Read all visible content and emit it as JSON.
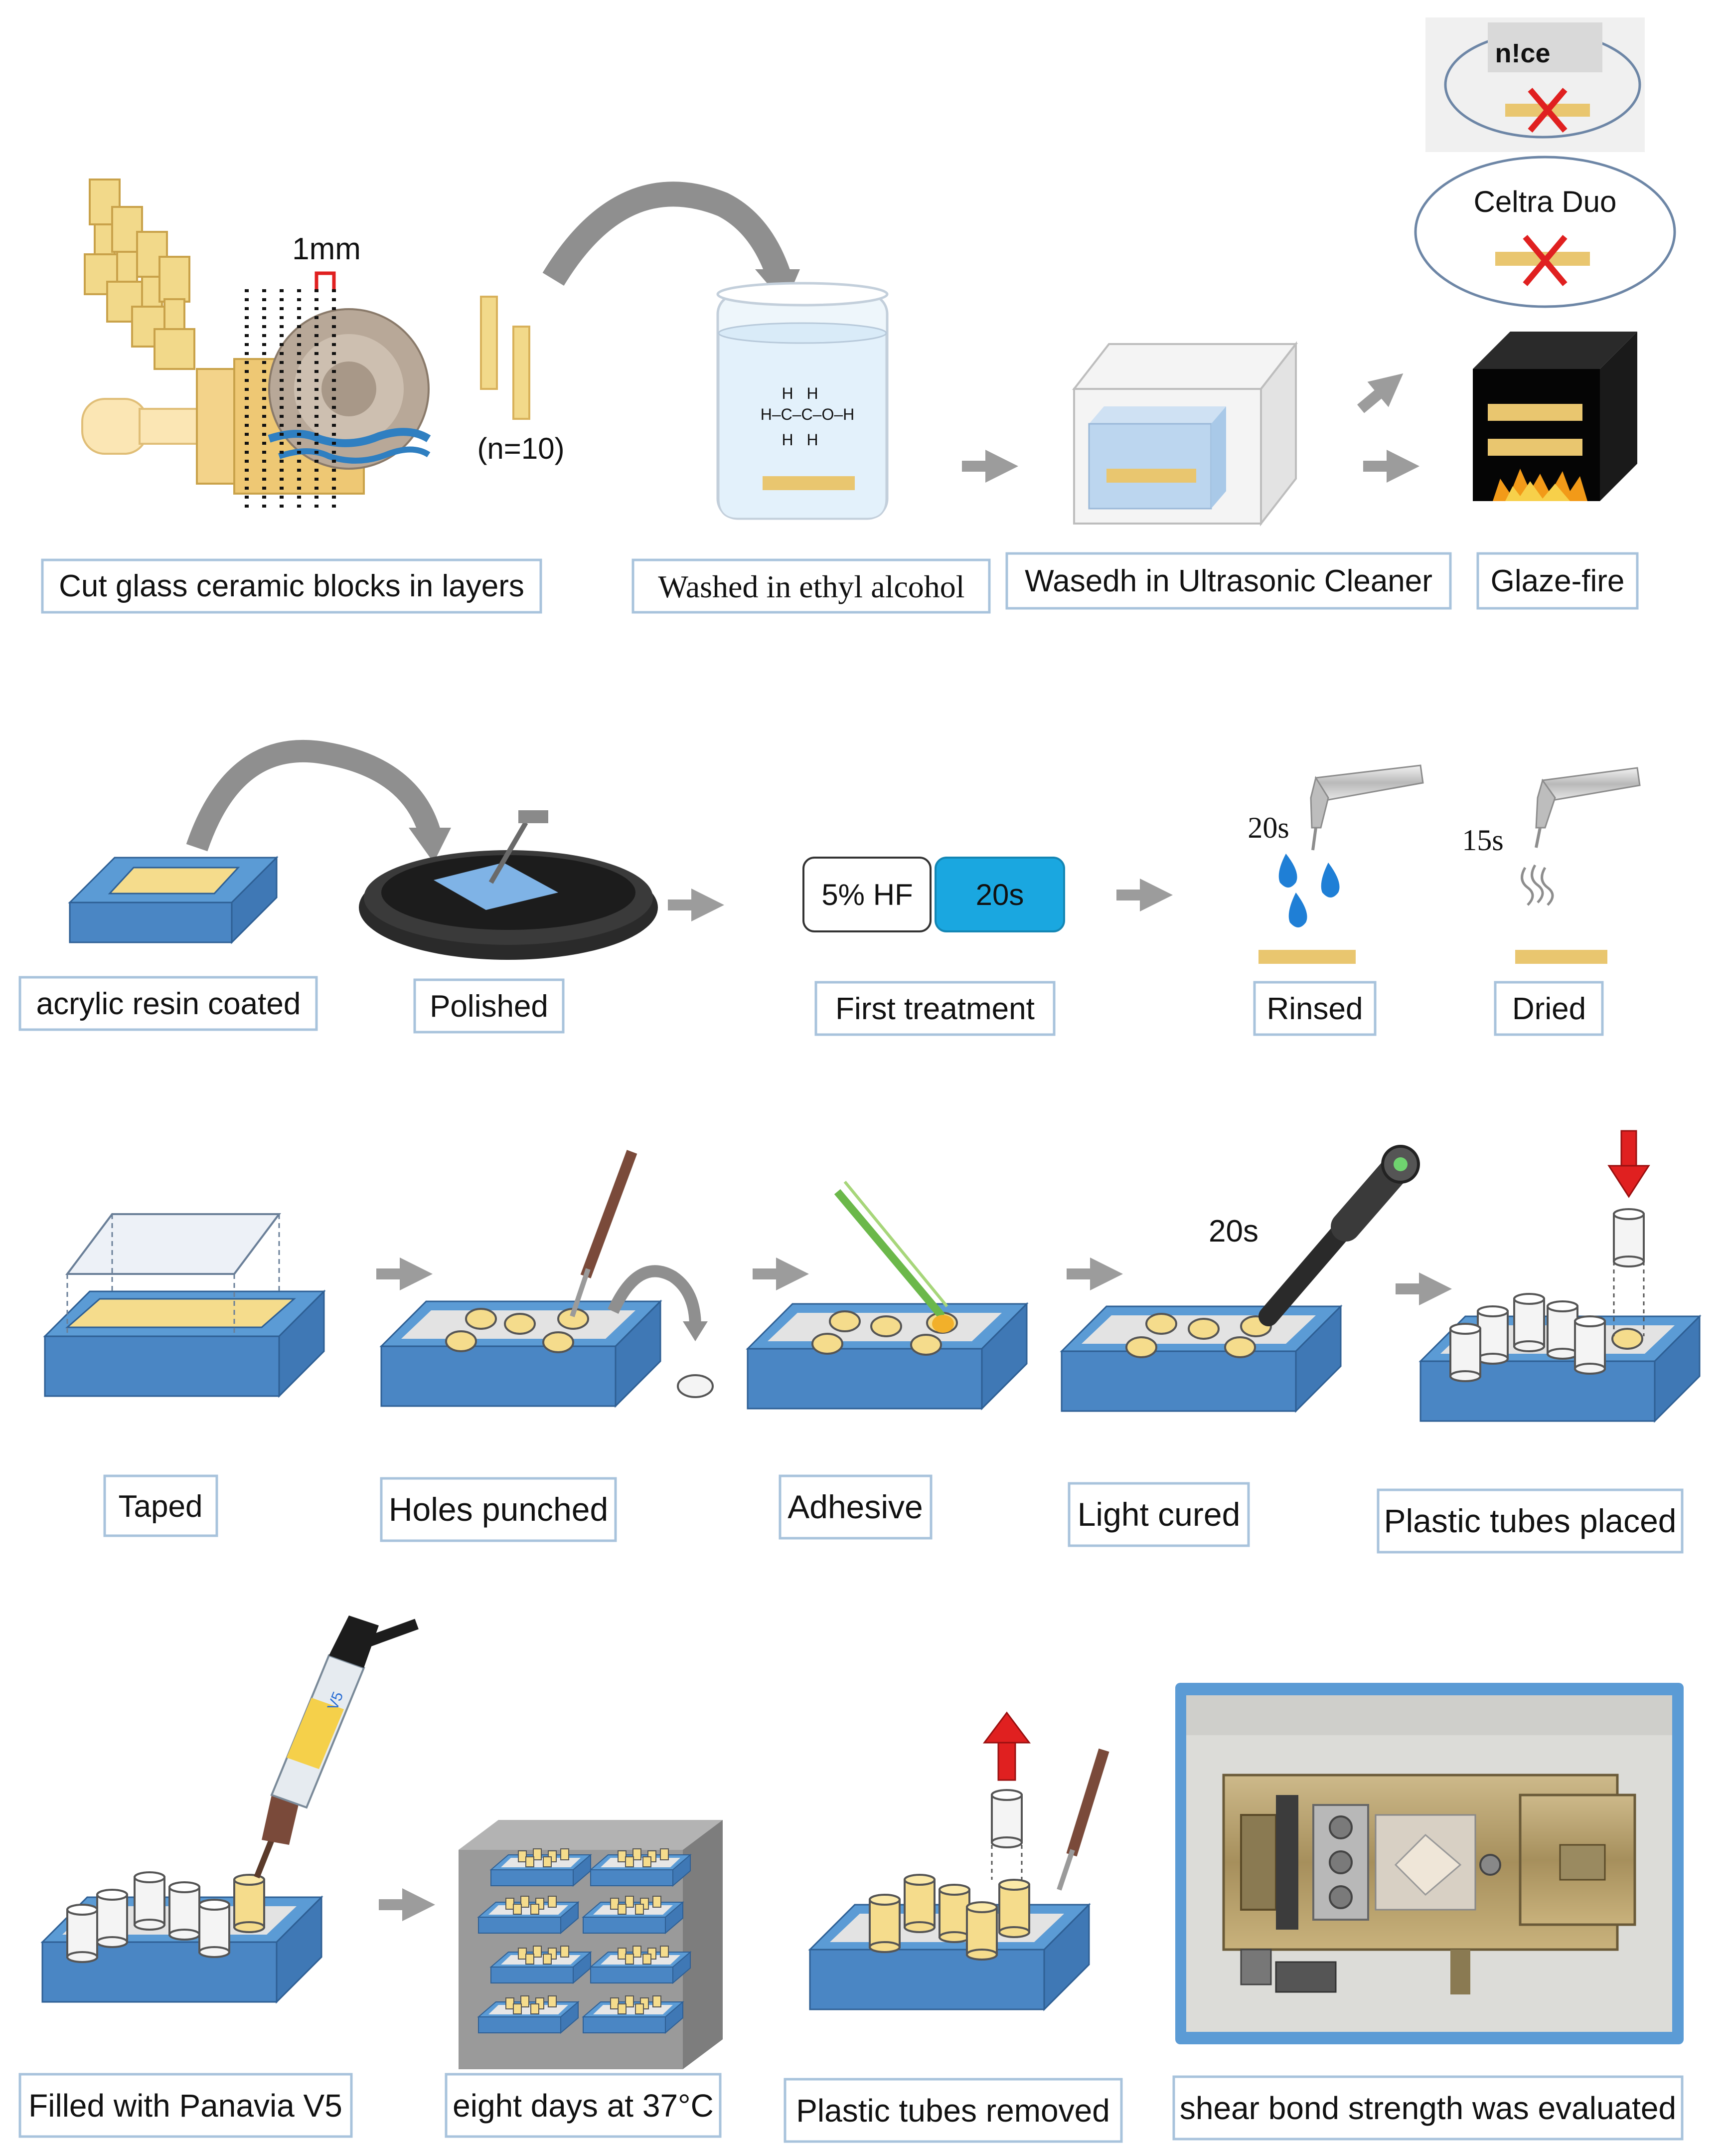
{
  "colors": {
    "ceramic": "#f2d98a",
    "ceramic_dark": "#d8b15a",
    "block_top": "#5b9bd5",
    "block_side": "#3f78b5",
    "label_border": "#a8c3dc",
    "arrow_gray": "#9c9c9c",
    "hf_teal": "#1aa7e0",
    "red_mark": "#e02020",
    "label_text": "#111111"
  },
  "row1": {
    "dimension": "1mm",
    "count": "(n=10)",
    "formula": {
      "h_top_left": "H",
      "h_top_right": "H",
      "chain": "H–C–C–O–H",
      "h_bottom_left": "H",
      "h_bottom_right": "H"
    },
    "brand_nice": "n!ce",
    "brand_celtra": "Celtra Duo",
    "labels": {
      "cut": "Cut glass ceramic blocks in layers",
      "washed_alcohol": "Washed in ethyl alcohol",
      "washed_ultrasonic": "Wasedh in Ultrasonic Cleaner",
      "glaze": "Glaze-fire"
    }
  },
  "row2": {
    "hf": "5% HF",
    "hf_time": "20s",
    "rinse_time": "20s",
    "dry_time": "15s",
    "labels": {
      "acrylic": "acrylic resin coated",
      "polished": "Polished",
      "first": "First treatment",
      "rinsed": "Rinsed",
      "dried": "Dried"
    }
  },
  "row3": {
    "cure_time": "20s",
    "labels": {
      "taped": "Taped",
      "holes": "Holes punched",
      "adhesive": "Adhesive",
      "light": "Light cured",
      "tubes_placed": "Plastic tubes placed"
    }
  },
  "row4": {
    "syringe_mark": "V5",
    "labels": {
      "filled": "Filled with Panavia V5",
      "eight_days": "eight days at 37°C",
      "tubes_removed": "Plastic tubes removed",
      "shear": "shear bond strength was evaluated"
    }
  }
}
